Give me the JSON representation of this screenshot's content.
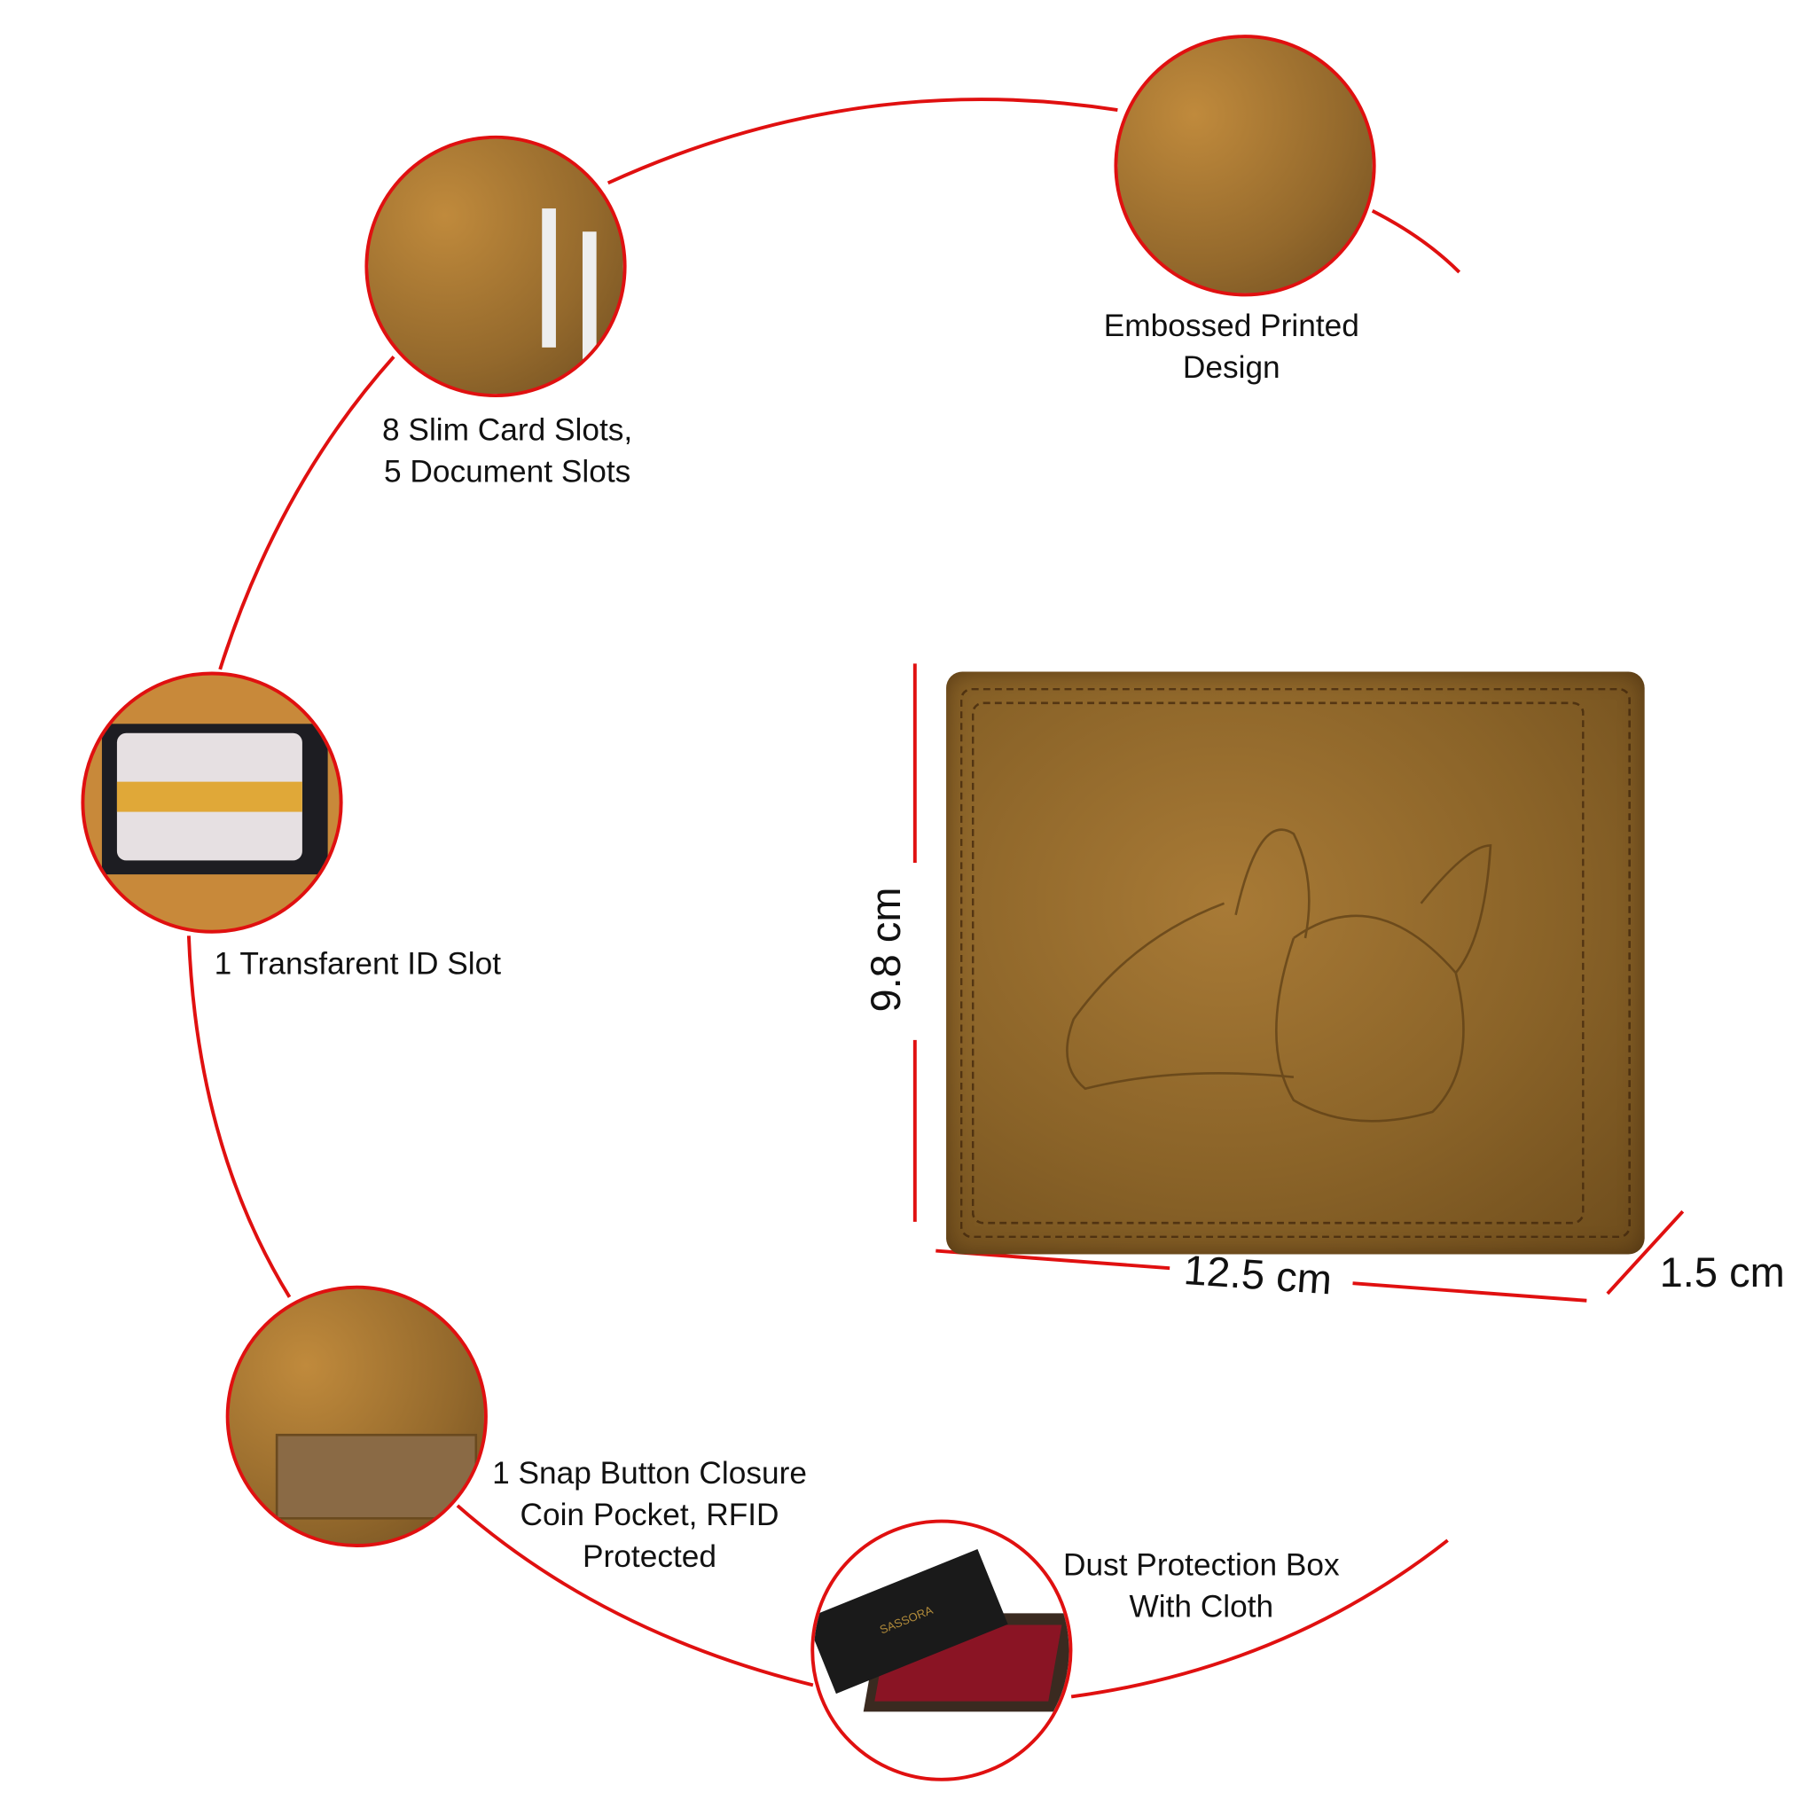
{
  "features": [
    {
      "label_lines": [
        "8 Slim Card Slots,",
        "5 Document Slots"
      ],
      "icon": "card-slots-photo"
    },
    {
      "label_lines": [
        "Embossed Printed",
        "Design"
      ],
      "icon": "embossed-dog-photo"
    },
    {
      "label_lines": [
        "1 Transfarent ID Slot"
      ],
      "icon": "id-slot-photo"
    },
    {
      "label_lines": [
        "1 Snap Button Closure",
        "Coin Pocket, RFID",
        "Protected"
      ],
      "icon": "coin-pocket-photo"
    },
    {
      "label_lines": [
        "Dust Protection Box",
        "With Cloth"
      ],
      "icon": "gift-box-photo"
    }
  ],
  "dimensions": {
    "height": "9.8 cm",
    "width": "12.5 cm",
    "depth": "1.5 cm"
  },
  "box_brand": "SASSORA",
  "colors": {
    "accent": "#e01010",
    "leather": "#9a6e2e"
  }
}
